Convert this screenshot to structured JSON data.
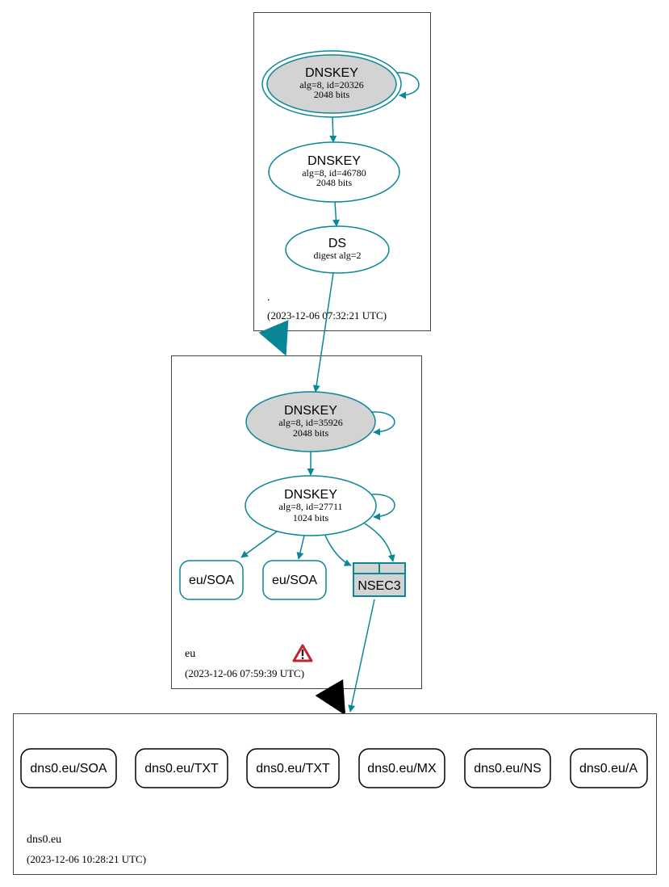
{
  "colors": {
    "edge": "#0a8797",
    "node_fill_grey": "#d3d3d3",
    "delegation_dark": "#000000",
    "warning_red": "#c0262f"
  },
  "zones": {
    "root": {
      "name": ".",
      "timestamp": "(2023-12-06 07:32:21 UTC)"
    },
    "eu": {
      "name": "eu",
      "timestamp": "(2023-12-06 07:59:39 UTC)",
      "warning_icon": "warning-triangle-icon"
    },
    "dns0": {
      "name": "dns0.eu",
      "timestamp": "(2023-12-06 10:28:21 UTC)"
    }
  },
  "nodes": {
    "root_ksk": {
      "type": "DNSKEY",
      "line1": "alg=8, id=20326",
      "line2": "2048 bits"
    },
    "root_zsk": {
      "type": "DNSKEY",
      "line1": "alg=8, id=46780",
      "line2": "2048 bits"
    },
    "eu_ds": {
      "type": "DS",
      "line1": "digest alg=2"
    },
    "eu_ksk": {
      "type": "DNSKEY",
      "line1": "alg=8, id=35926",
      "line2": "2048 bits"
    },
    "eu_zsk": {
      "type": "DNSKEY",
      "line1": "alg=8, id=27711",
      "line2": "1024 bits"
    },
    "eu_soa_1": {
      "label": "eu/SOA"
    },
    "eu_soa_2": {
      "label": "eu/SOA"
    },
    "eu_nsec3": {
      "label": "NSEC3"
    }
  },
  "rrsets": [
    {
      "label": "dns0.eu/SOA"
    },
    {
      "label": "dns0.eu/TXT"
    },
    {
      "label": "dns0.eu/TXT"
    },
    {
      "label": "dns0.eu/MX"
    },
    {
      "label": "dns0.eu/NS"
    },
    {
      "label": "dns0.eu/A"
    }
  ]
}
